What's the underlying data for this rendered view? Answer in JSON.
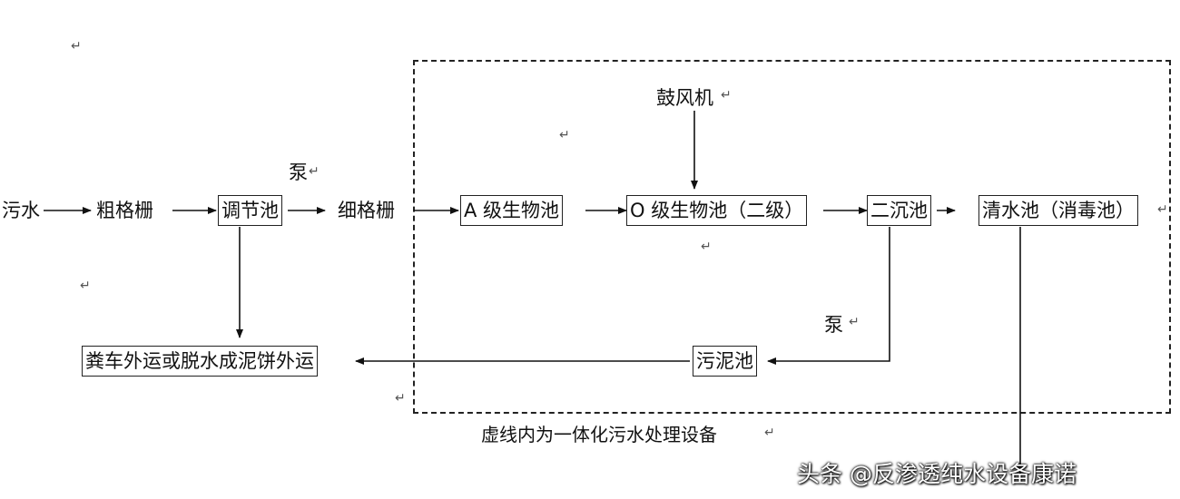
{
  "nodes": {
    "sewage": "污水",
    "coarse_screen": "粗格栅",
    "equalization_tank": "调节池",
    "pump_top": "泵",
    "fine_screen": "细格栅",
    "blower": "鼓风机",
    "a_tank": "A 级生物池",
    "o_tank": "O 级生物池（二级）",
    "secondary_clarifier": "二沉池",
    "clear_water_tank": "清水池（消毒池）",
    "pump_right": "泵",
    "sludge_tank": "污泥池",
    "disposal": "粪车外运或脱水成泥饼外运"
  },
  "note": "虚线内为一体化污水处理设备",
  "paragraph_mark": "↵",
  "watermark": "头条 @反渗透纯水设备康诺",
  "colors": {
    "line": "#111111",
    "box_border": "#222222",
    "background": "#ffffff"
  }
}
